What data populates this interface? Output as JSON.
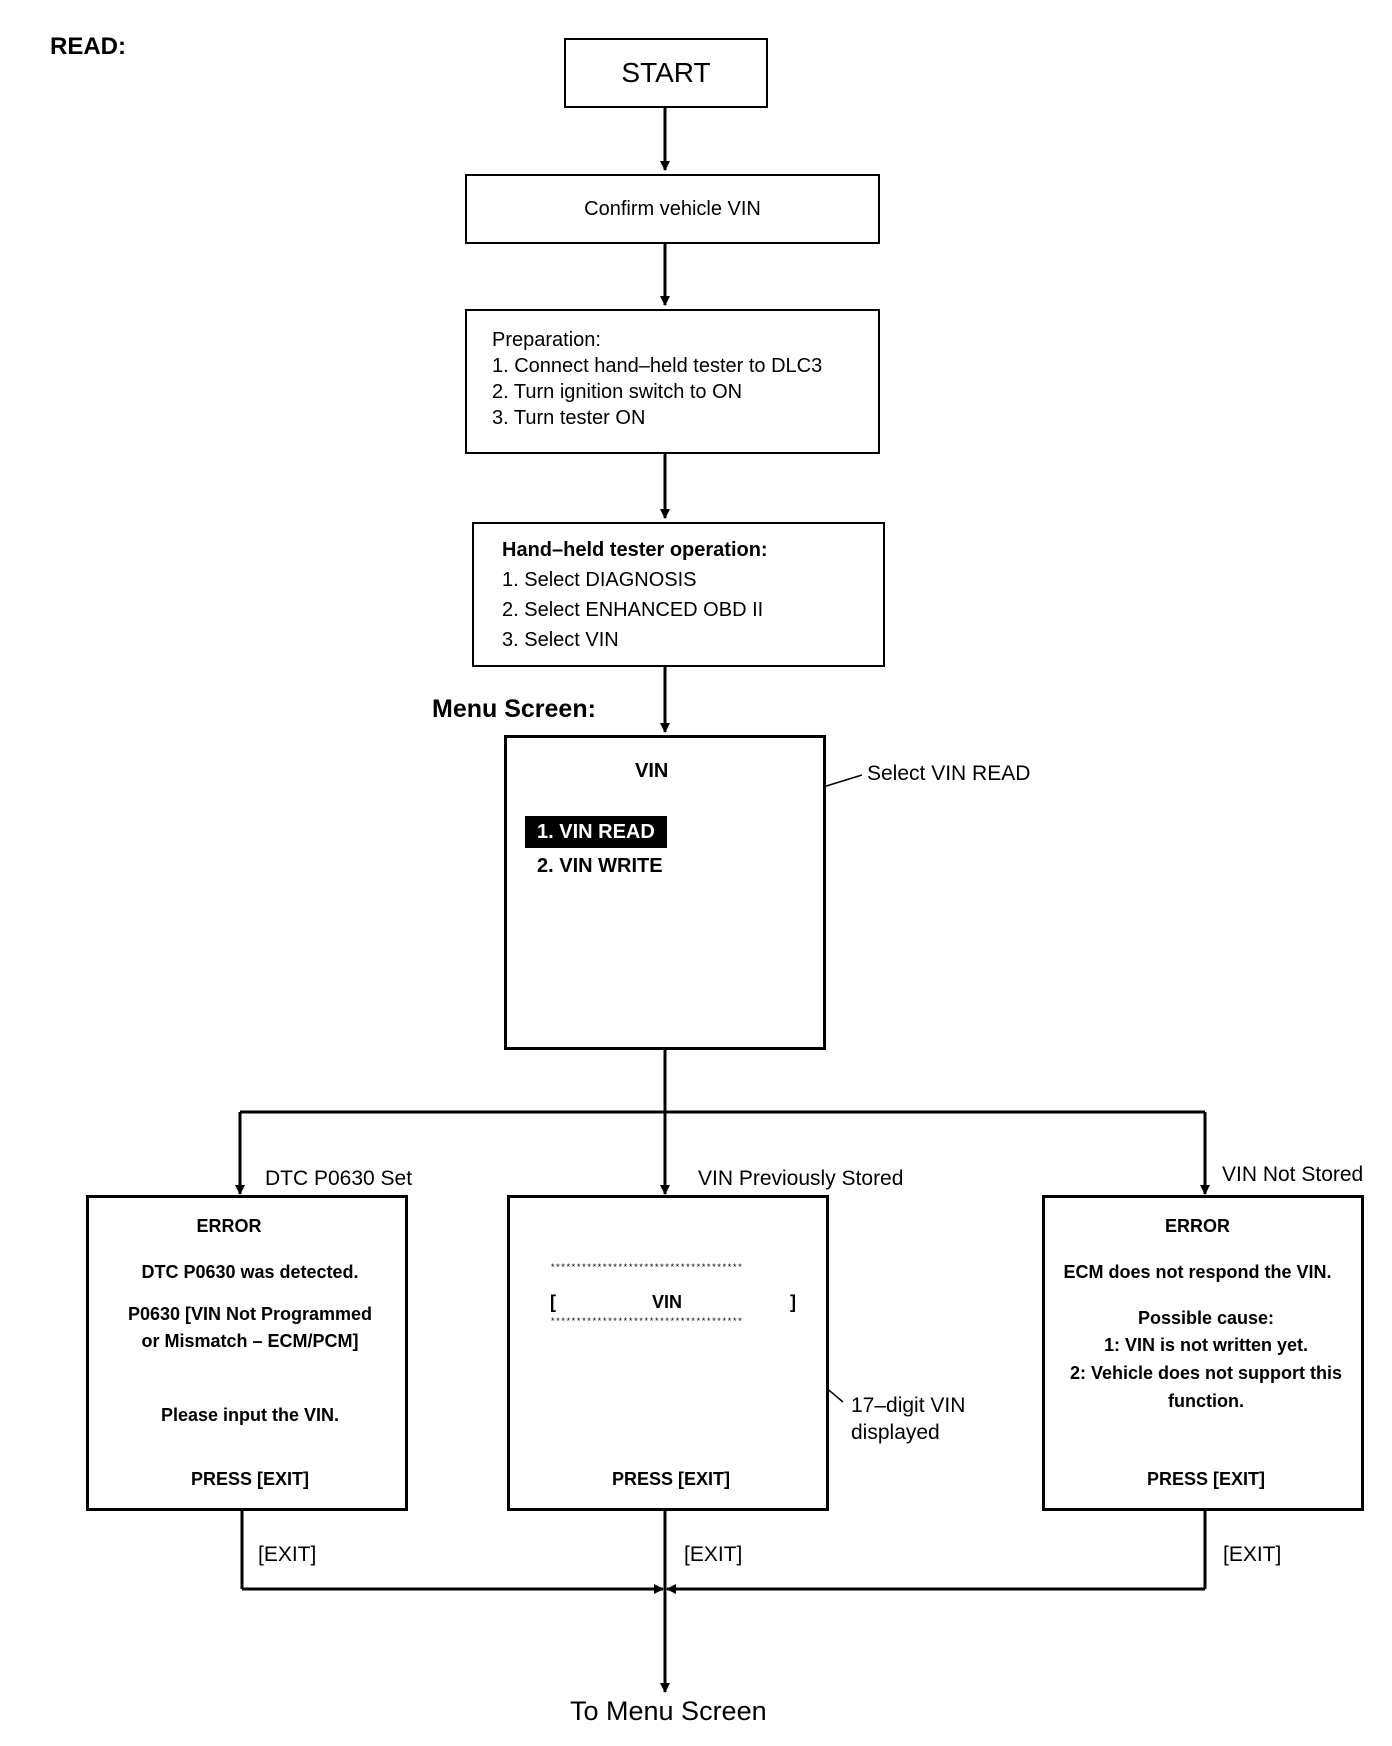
{
  "title": "READ:",
  "menu_heading": "Menu Screen:",
  "start": "START",
  "confirm": "Confirm vehicle VIN",
  "preparation": {
    "heading": "Preparation:",
    "steps": [
      "1. Connect hand–held tester to DLC3",
      "2. Turn ignition switch to ON",
      "3. Turn tester ON"
    ]
  },
  "tester_operation": {
    "heading": "Hand–held tester operation:",
    "steps": [
      "1. Select DIAGNOSIS",
      "2. Select ENHANCED OBD II",
      "3. Select VIN"
    ]
  },
  "menu_screen": {
    "title": "VIN",
    "items": [
      "1. VIN READ",
      "2. VIN WRITE"
    ],
    "callout": "Select VIN READ"
  },
  "branches": {
    "left_label": "DTC P0630 Set",
    "middle_label": "VIN Previously Stored",
    "right_label": "VIN Not Stored"
  },
  "error_left": {
    "title": "ERROR",
    "line1": "DTC P0630 was detected.",
    "line2": "P0630  [VIN Not Programmed",
    "line3": "or Mismatch – ECM/PCM]",
    "line4": "Please input the VIN.",
    "press": "PRESS [EXIT]"
  },
  "vin_display": {
    "stars": "*************************************",
    "bracket_open": "[",
    "vin": "VIN",
    "bracket_close": "]",
    "callout_line1": "17–digit VIN",
    "callout_line2": "displayed",
    "press": "PRESS [EXIT]"
  },
  "error_right": {
    "title": "ERROR",
    "line1": "ECM does not respond the VIN.",
    "line2": "Possible cause:",
    "line3": "1: VIN is not written yet.",
    "line4": "2: Vehicle does not support this",
    "line5": "function.",
    "press": "PRESS [EXIT]"
  },
  "exit_label": "[EXIT]",
  "final": "To Menu Screen"
}
